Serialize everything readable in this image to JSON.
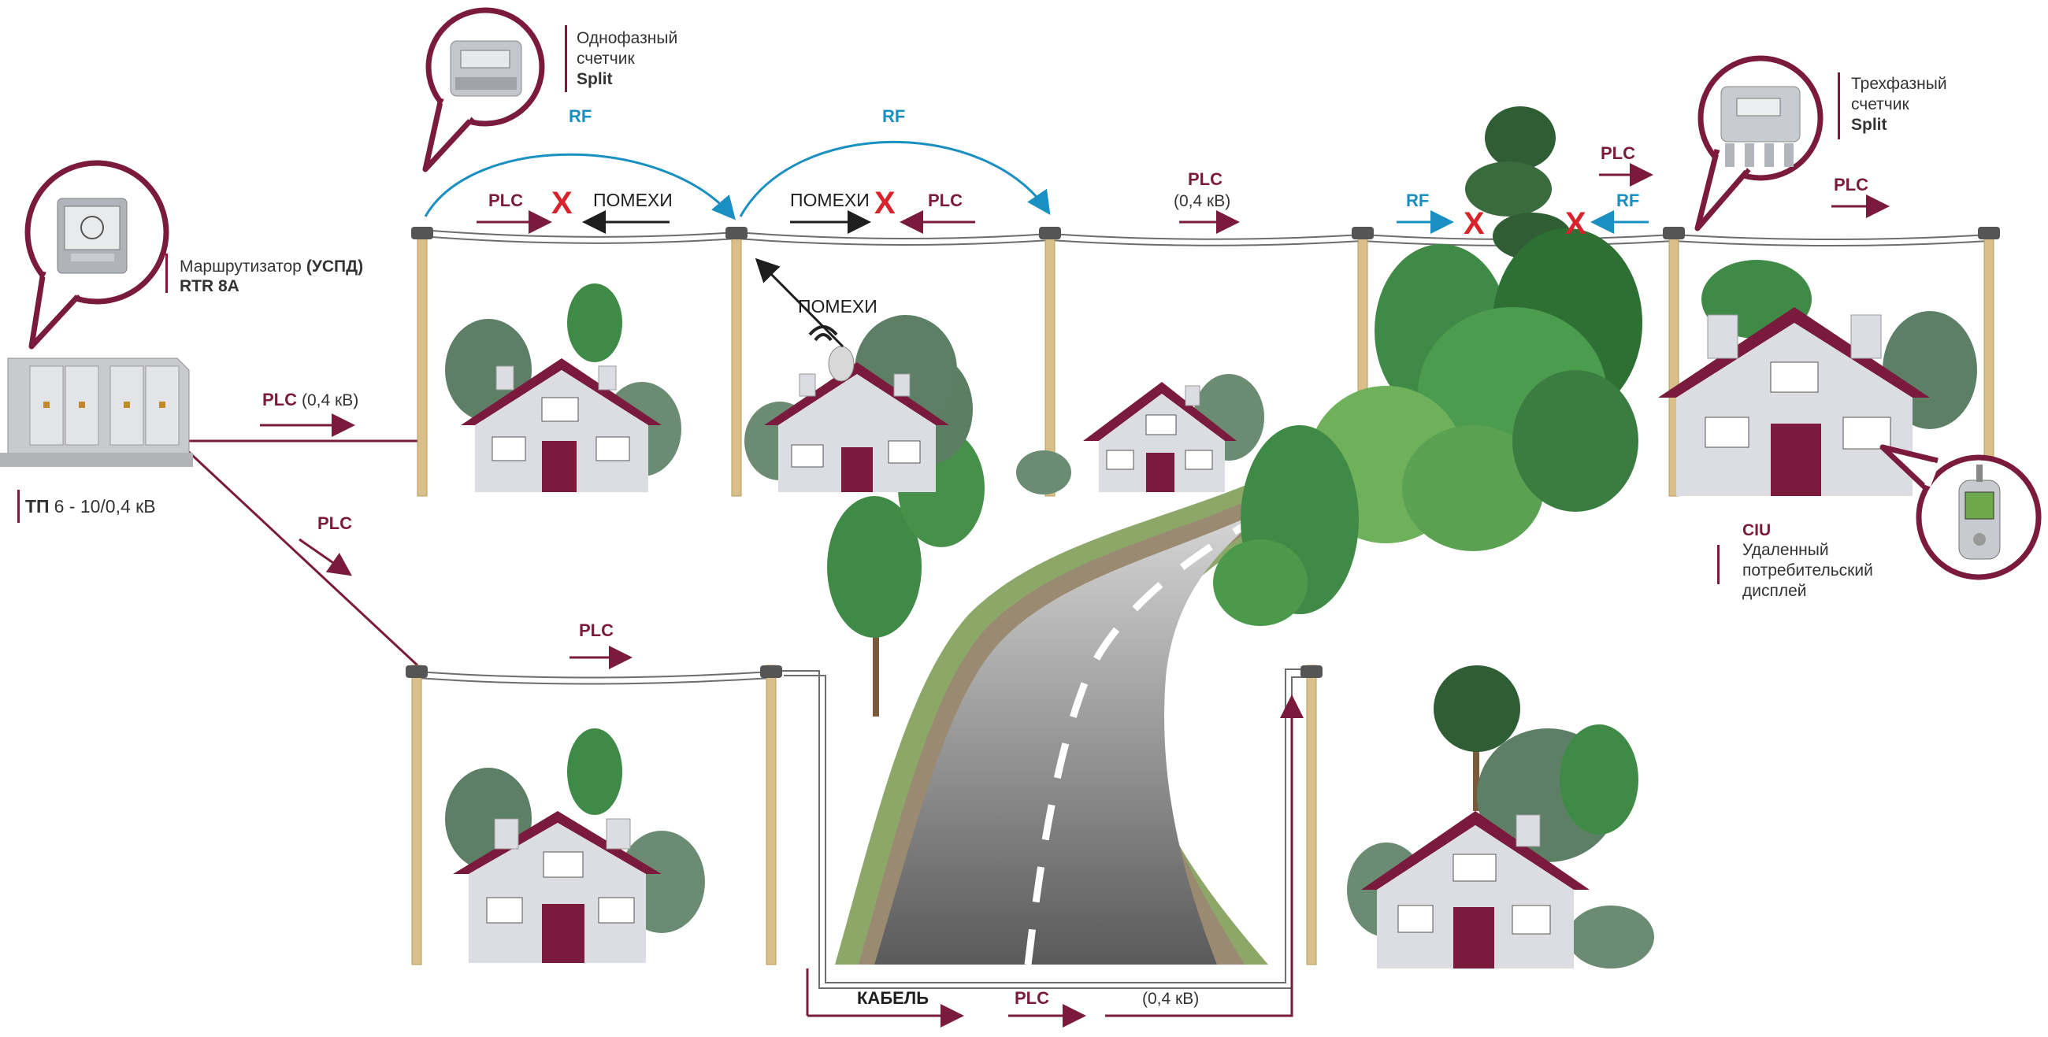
{
  "colors": {
    "plc": "#7a1b3d",
    "rf": "#1a8fc2",
    "cross": "#d8232a",
    "house_wall": "#dcdde3",
    "roof": "#7a1b3d",
    "tree": "#3f8a46",
    "road": "#7c7c7c",
    "pole": "#d9c08a"
  },
  "icons": [
    "meter-icon",
    "three-phase-meter-icon",
    "router-icon",
    "remote-display-icon",
    "transformer-icon",
    "house-icon",
    "tree-icon",
    "utility-pole-icon",
    "road-icon",
    "satellite-dish-icon"
  ],
  "callouts": {
    "router": {
      "line1": "Маршрутизатор",
      "line1_bold": "(УСПД)",
      "line2": "RTR 8A"
    },
    "single_meter": {
      "line1": "Однофазный",
      "line2": "счетчик",
      "line3": "Split"
    },
    "three_meter": {
      "line1": "Трехфазный",
      "line2": "счетчик",
      "line3": "Split"
    },
    "ciu": {
      "line1": "CIU",
      "line2": "Удаленный",
      "line3": "потребительский",
      "line4": "дисплей"
    },
    "tp": {
      "bold": "ТП",
      "rest": "6 - 10/0,4 кВ"
    }
  },
  "labels": {
    "plc": "PLC",
    "rf": "RF",
    "pomehi": "ПОМЕХИ",
    "voltage": "(0,4 кВ)",
    "kabel": "КАБЕЛЬ",
    "cross": "X"
  }
}
